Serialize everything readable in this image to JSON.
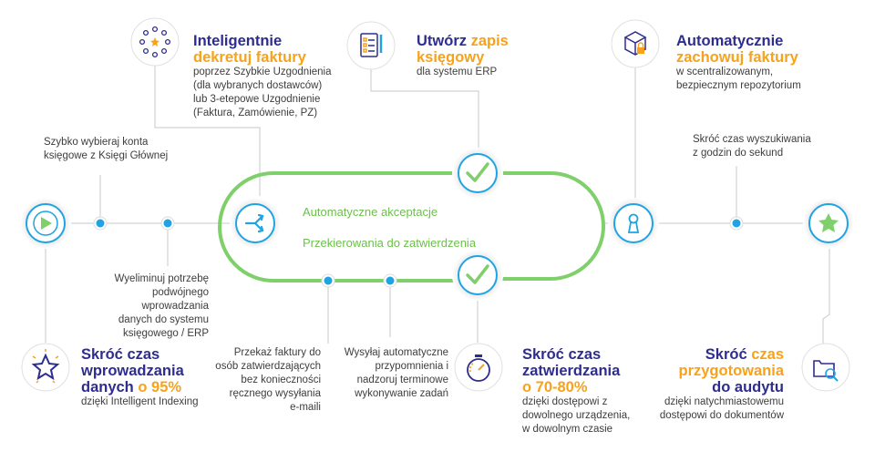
{
  "colors": {
    "primary": "#2e2d8f",
    "accent": "#f7a21b",
    "line": "#c9c9c9",
    "node": "#1fa3e3",
    "green": "#7fcf6a"
  },
  "heads": {
    "decree": {
      "b": "Inteligentnie",
      "o": "dekretuj faktury"
    },
    "create": {
      "b": "Utwórz",
      "o1": "zapis",
      "o2": "księgowy"
    },
    "autosave": {
      "b": "Automatycznie",
      "o": "zachowuj faktury"
    },
    "entry": {
      "b1": "Skróć czas",
      "b2": "wprowadzania",
      "b3": "danych",
      "o": "o 95%"
    },
    "approve": {
      "b1": "Skróć czas",
      "b2": "zatwierdzania",
      "o": "o 70-80%"
    },
    "audit": {
      "b1": "Skróć",
      "o1": "czas",
      "o2": "przygotowania",
      "b2": "do audytu"
    }
  },
  "texts": {
    "decree": [
      "poprzez Szybkie Uzgodnienia",
      "(dla wybranych dostawców)",
      "lub 3-etepowe Uzgodnienie",
      "(Faktura, Zamówienie, PZ)"
    ],
    "create": [
      "dla systemu ERP"
    ],
    "autosave": [
      "w scentralizowanym,",
      "bezpiecznym repozytorium"
    ],
    "accounts": [
      "Szybko wybieraj konta",
      "księgowe z Księgi Głównej"
    ],
    "search": [
      "Skróć czas wyszukiwania",
      "z godzin do sekund"
    ],
    "double": [
      "Wyeliminuj potrzebę",
      "podwójnego wprowadzania",
      "danych do systemu",
      "księgowego / ERP"
    ],
    "forward": [
      "Przekaż faktury do",
      "osób zatwierdzających",
      "bez konieczności",
      "ręcznego wysyłania",
      "e-maili"
    ],
    "remind": [
      "Wysyłaj automatyczne",
      "przypomnienia i",
      "nadzoruj terminowe",
      "wykonywanie zadań"
    ],
    "entry": [
      "dzięki Intelligent Indexing"
    ],
    "approve": [
      "dzięki dostępowi z",
      "dowolnego urządzenia,",
      "w dowolnym czasie"
    ],
    "audit": [
      "dzięki natychmiastowemu",
      "dostępowi do dokumentów"
    ]
  },
  "loop": {
    "top": "Automatyczne akceptacje",
    "bottom": "Przekierowania do zatwierdzenia"
  },
  "icons": [
    "play-icon",
    "branch-icon",
    "check-icon",
    "keyhole-icon",
    "star-icon",
    "star-badge-icon",
    "stopwatch-icon",
    "folder-search-icon",
    "stars-circle-icon",
    "checklist-icon",
    "box-lock-icon"
  ]
}
